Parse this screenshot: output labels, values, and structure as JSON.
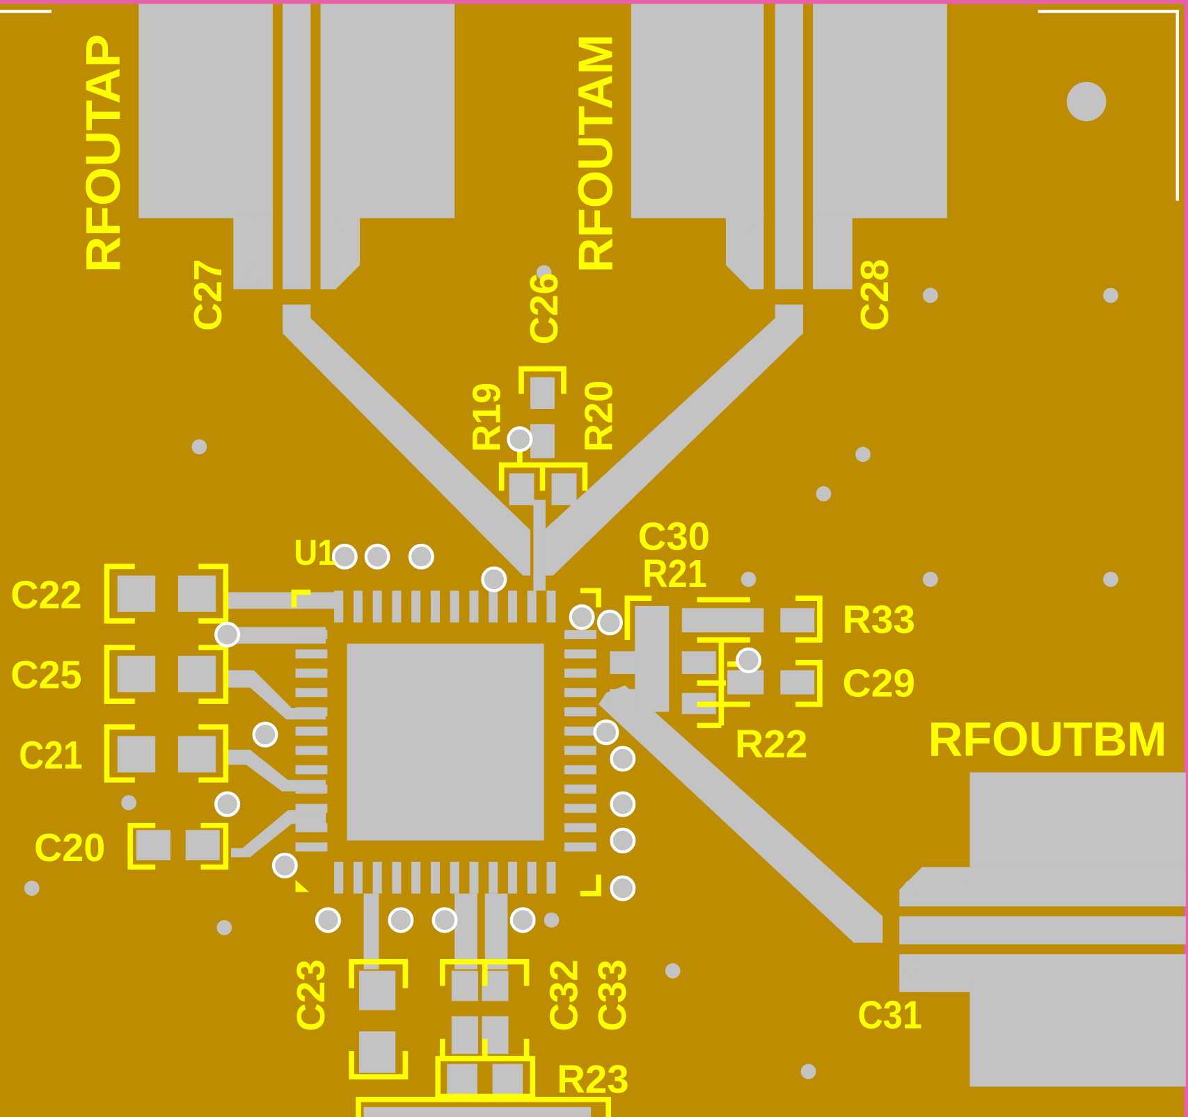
{
  "colors": {
    "board": "#BD8C00",
    "copper": "#C3C3C3",
    "silkscreen": "#FFFF00",
    "outline": "#E85FAF",
    "keepout": "#FFFFFF"
  },
  "labels": {
    "rfoutap": "RFOUTAP",
    "rfoutam": "RFOUTAM",
    "rfoutbm": "RFOUTBM",
    "c27": "C27",
    "c26": "C26",
    "c28": "C28",
    "r19": "R19",
    "r20": "R20",
    "c30": "C30",
    "r21": "R21",
    "r33": "R33",
    "c29": "C29",
    "r22": "R22",
    "u1": "U1",
    "c22": "C22",
    "c25": "C25",
    "c21": "C21",
    "c20": "C20",
    "c23": "C23",
    "c32": "C32",
    "c33": "C33",
    "r23": "R23",
    "c31": "C31"
  }
}
